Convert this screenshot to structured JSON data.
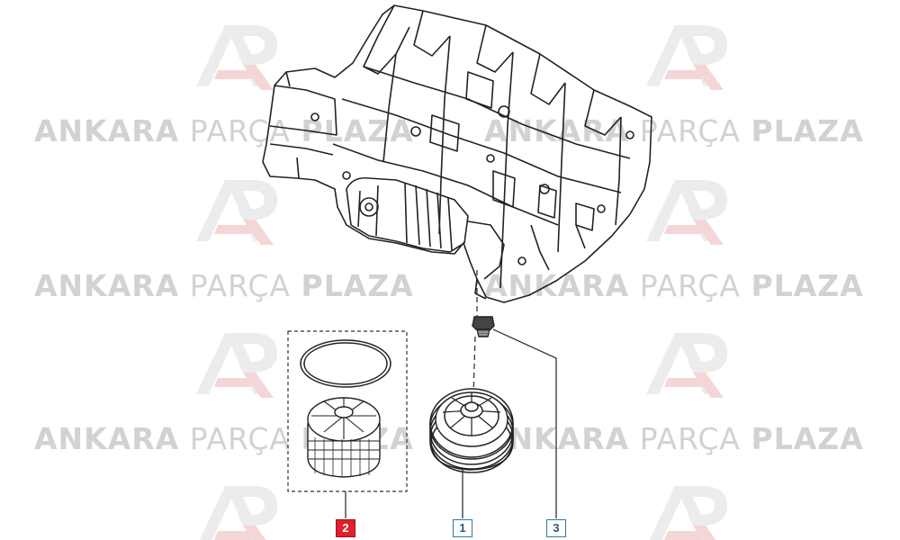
{
  "watermark": {
    "part1": "ANKARA",
    "part2": "PARÇA",
    "part3": "PLAZA",
    "logo": "ap-logo-icon"
  },
  "diagram": {
    "title": "",
    "callouts": [
      {
        "id": "2",
        "label": "2",
        "style": "highlight",
        "color": "#e0202a"
      },
      {
        "id": "1",
        "label": "1",
        "style": "outline",
        "color": "#2a7ab0"
      },
      {
        "id": "3",
        "label": "3",
        "style": "outline",
        "color": "#2a7ab0"
      }
    ],
    "parts": [
      {
        "name": "engine-lower-block",
        "icon": "engine-block-icon"
      },
      {
        "name": "oil-filter-housing-cap",
        "icon": "filter-cap-icon"
      },
      {
        "name": "oil-filter-element-with-o-ring",
        "icon": "filter-element-icon"
      },
      {
        "name": "plug",
        "icon": "plug-icon"
      }
    ]
  }
}
